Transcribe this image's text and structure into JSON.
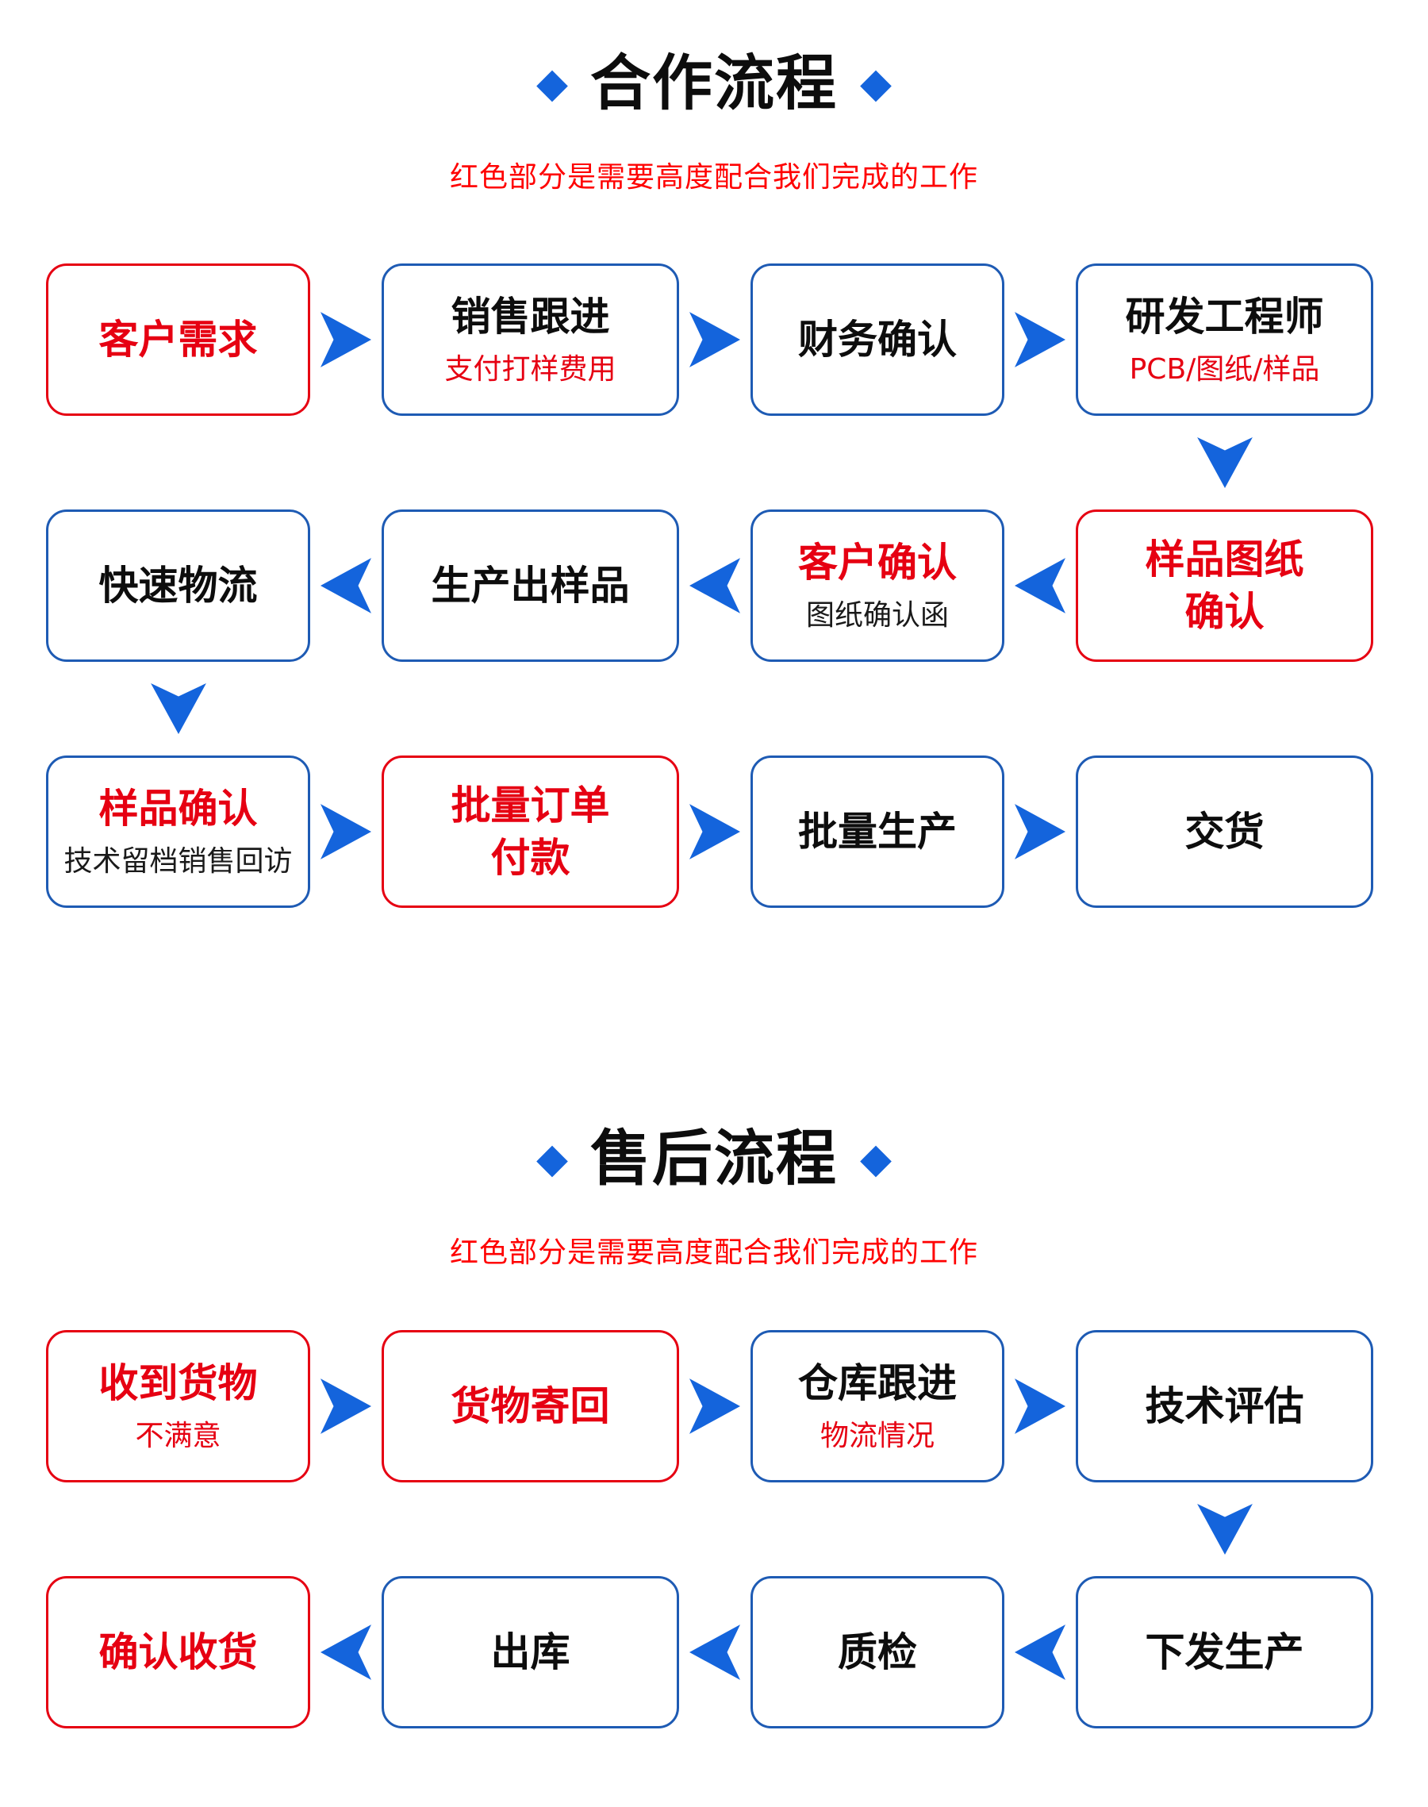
{
  "colors": {
    "blue_arrow": "#1464dc",
    "blue_box_border": "#1e5bb4",
    "red": "#e60012",
    "subtitle_red": "#ff0000",
    "title_black": "#0d0d0d"
  },
  "icons": {
    "diamond": "◆",
    "arrow_right": "chevron-right-arrow",
    "arrow_left": "chevron-left-arrow",
    "arrow_down": "chevron-down-arrow"
  },
  "sections": [
    {
      "title": "合作流程",
      "subtitle": "红色部分是需要高度配合我们完成的工作",
      "rows": [
        {
          "direction": "right",
          "boxes": [
            {
              "t1": "客户需求"
            },
            {
              "t1": "销售跟进",
              "t2": "支付打样费用"
            },
            {
              "t1": "财务确认"
            },
            {
              "t1": "研发工程师",
              "t2": "PCB/图纸/样品"
            }
          ]
        },
        {
          "direction": "left",
          "boxes": [
            {
              "t1": "快速物流"
            },
            {
              "t1": "生产出样品"
            },
            {
              "t1": "客户确认",
              "t2": "图纸确认函"
            },
            {
              "t1": "样品图纸",
              "t2": "确认"
            }
          ]
        },
        {
          "direction": "right",
          "boxes": [
            {
              "t1": "样品确认",
              "t2": "技术留档销售回访"
            },
            {
              "t1": "批量订单",
              "t2": "付款"
            },
            {
              "t1": "批量生产"
            },
            {
              "t1": "交货"
            }
          ]
        }
      ]
    },
    {
      "title": "售后流程",
      "subtitle": "红色部分是需要高度配合我们完成的工作",
      "rows": [
        {
          "direction": "right",
          "boxes": [
            {
              "t1": "收到货物",
              "t2": "不满意"
            },
            {
              "t1": "货物寄回"
            },
            {
              "t1": "仓库跟进",
              "t2": "物流情况"
            },
            {
              "t1": "技术评估"
            }
          ]
        },
        {
          "direction": "left",
          "boxes": [
            {
              "t1": "确认收货"
            },
            {
              "t1": "出库"
            },
            {
              "t1": "质检"
            },
            {
              "t1": "下发生产"
            }
          ]
        }
      ]
    }
  ]
}
